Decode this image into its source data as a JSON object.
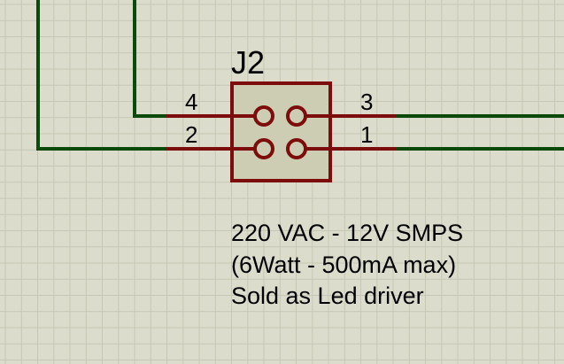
{
  "component": {
    "reference": "J2",
    "pins": [
      {
        "number": "4"
      },
      {
        "number": "3"
      },
      {
        "number": "2"
      },
      {
        "number": "1"
      }
    ]
  },
  "note": {
    "lines": [
      "220 VAC - 12V SMPS",
      "(6Watt - 500mA max)",
      "Sold as Led driver"
    ]
  },
  "colors": {
    "background": "#dcdccc",
    "grid": "#c7c7b6",
    "wire": "#0b4a0b",
    "component_outline": "#7d0c0c",
    "component_fill": "#cdcdb4",
    "text": "#000000"
  }
}
